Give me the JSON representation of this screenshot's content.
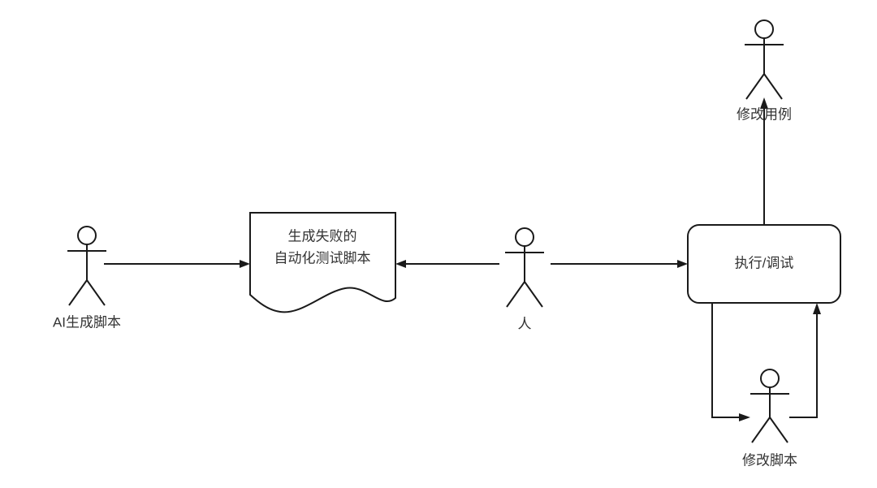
{
  "diagram": {
    "type": "flowchart",
    "title": "",
    "background_color": "#ffffff",
    "stroke_color": "#1a1a1a",
    "text_color": "#333333",
    "nodes": [
      {
        "id": "ai-generate-script",
        "kind": "actor",
        "label": "AI生成脚本"
      },
      {
        "id": "failed-script-document",
        "kind": "document",
        "label_line1": "生成失败的",
        "label_line2": "自动化测试脚本"
      },
      {
        "id": "human",
        "kind": "actor",
        "label": "人"
      },
      {
        "id": "execute-debug",
        "kind": "rounded-rect",
        "label": "执行/调试"
      },
      {
        "id": "modify-test-case",
        "kind": "actor",
        "label": "修改用例"
      },
      {
        "id": "modify-script",
        "kind": "actor",
        "label": "修改脚本"
      }
    ],
    "edges": [
      {
        "id": "edge-ai-to-document",
        "from": "ai-generate-script",
        "to": "failed-script-document",
        "label": ""
      },
      {
        "id": "edge-human-to-document",
        "from": "human",
        "to": "failed-script-document",
        "label": ""
      },
      {
        "id": "edge-human-to-execute",
        "from": "human",
        "to": "execute-debug",
        "label": ""
      },
      {
        "id": "edge-execute-to-modify-case",
        "from": "execute-debug",
        "to": "modify-test-case",
        "label": ""
      },
      {
        "id": "edge-execute-to-modify-script",
        "from": "execute-debug",
        "to": "modify-script",
        "label": ""
      },
      {
        "id": "edge-modify-script-to-execute",
        "from": "modify-script",
        "to": "execute-debug",
        "label": ""
      }
    ]
  }
}
